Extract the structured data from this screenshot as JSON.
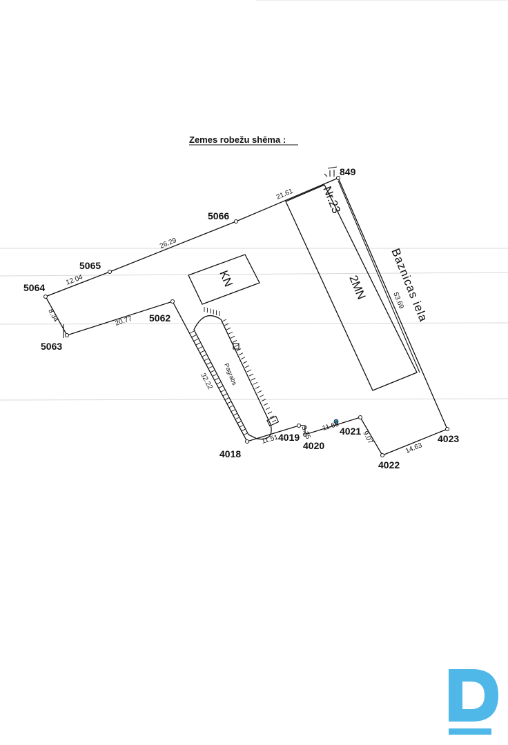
{
  "title": "Zemes robežu shēma :",
  "points": {
    "p849": "849",
    "p5066": "5066",
    "p5065": "5065",
    "p5064": "5064",
    "p5063": "5063",
    "p5062": "5062",
    "p4018": "4018",
    "p4019": "4019",
    "p4020": "4020",
    "p4021": "4021",
    "p4022": "4022",
    "p4023": "4023"
  },
  "distances": {
    "d2161": "21.61",
    "d2629": "26.29",
    "d1204": "12.04",
    "d834": "8.34",
    "d2077": "20.77",
    "d3222": "32.22",
    "d1151": "11.51",
    "d315": "3.15",
    "d1166": "11.66",
    "d907": "9.07",
    "d1463": "14.63",
    "d5369": "53.69"
  },
  "labels": {
    "nr": "Nr.23",
    "kn": "KN",
    "mn": "2MN",
    "pagrabs": "Pagrabs",
    "street": "Baznicas iela"
  },
  "colors": {
    "logo": "#4fb8e8",
    "accent_dot": "#2a8fb8"
  }
}
